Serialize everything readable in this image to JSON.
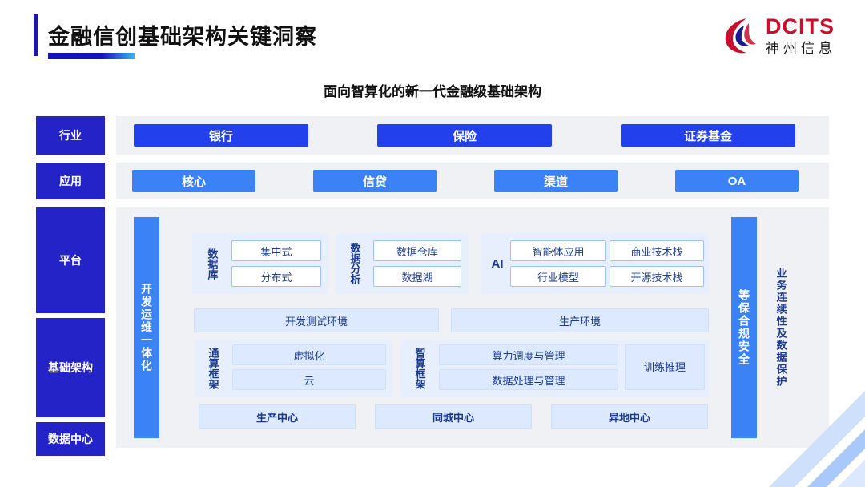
{
  "header": {
    "title": "金融信创基础架构关键洞察",
    "logo_en": "DCITS",
    "logo_cn": "神州信息",
    "logo_icon": "dcits-swoosh-logo"
  },
  "subtitle": "面向智算化的新一代金融级基础架构",
  "rows": {
    "industry": {
      "label": "行业",
      "items": [
        "银行",
        "保险",
        "证券基金"
      ]
    },
    "application": {
      "label": "应用",
      "items": [
        "核心",
        "信贷",
        "渠道",
        "OA"
      ]
    },
    "platform": {
      "label": "平台"
    },
    "infrastructure": {
      "label": "基础架构"
    },
    "datacenter": {
      "label": "数据中心"
    }
  },
  "side": {
    "devops": "开发运维一体化",
    "compliance": "等保合规安全",
    "continuity": "业务连续性及数据保护"
  },
  "platform": {
    "database": {
      "label": "数据库",
      "items": [
        "集中式",
        "分布式"
      ]
    },
    "analytics": {
      "label": "数据分析",
      "items": [
        "数据仓库",
        "数据湖"
      ]
    },
    "ai": {
      "label": "AI",
      "items": [
        "智能体应用",
        "商业技术栈",
        "行业模型",
        "开源技术栈"
      ]
    },
    "envs": [
      "开发测试环境",
      "生产环境"
    ]
  },
  "infrastructure": {
    "general_compute": {
      "label": "通算框架",
      "items": [
        "虚拟化",
        "云"
      ]
    },
    "intelligent_compute": {
      "label": "智算框架",
      "items": [
        "算力调度与管理",
        "数据处理与管理"
      ],
      "side": "训练推理"
    }
  },
  "datacenter": {
    "items": [
      "生产中心",
      "同城中心",
      "异地中心"
    ]
  },
  "colors": {
    "dark_blue": "#2323c8",
    "blue": "#2240ec",
    "light_blue": "#3b82f6",
    "brand_red": "#c8102e",
    "band_gray": "#f0f1f5",
    "group_bg": "#e7effd"
  }
}
